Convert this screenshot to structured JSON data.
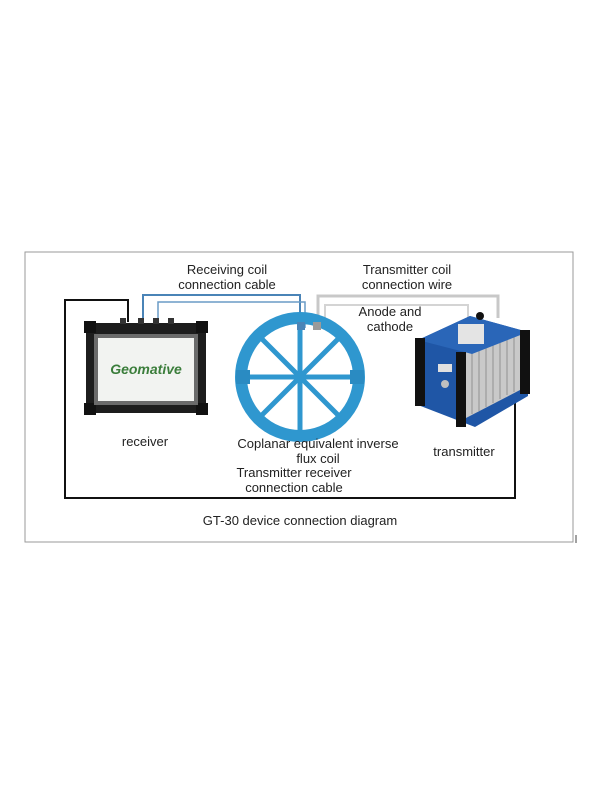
{
  "caption": "GT-30 device connection diagram",
  "labels": {
    "receiving_cable": [
      "Receiving coil",
      "connection cable"
    ],
    "transmitter_wire": [
      "Transmitter coil",
      "connection wire"
    ],
    "anode_cathode": [
      "Anode and",
      "cathode"
    ],
    "receiver": "receiver",
    "coil": [
      "Coplanar equivalent inverse",
      "flux coil"
    ],
    "transmitter": "transmitter",
    "tx_rx_cable": [
      "Transmitter receiver",
      "connection cable"
    ]
  },
  "receiver_brand": "Geomative",
  "colors": {
    "coil_blue": "#2f97cf",
    "receiving_cable": "#4a84b7",
    "transmitter_wire": "#c8c8c8",
    "main_cable": "#111111",
    "transmitter_blue": "#1f56a6"
  }
}
